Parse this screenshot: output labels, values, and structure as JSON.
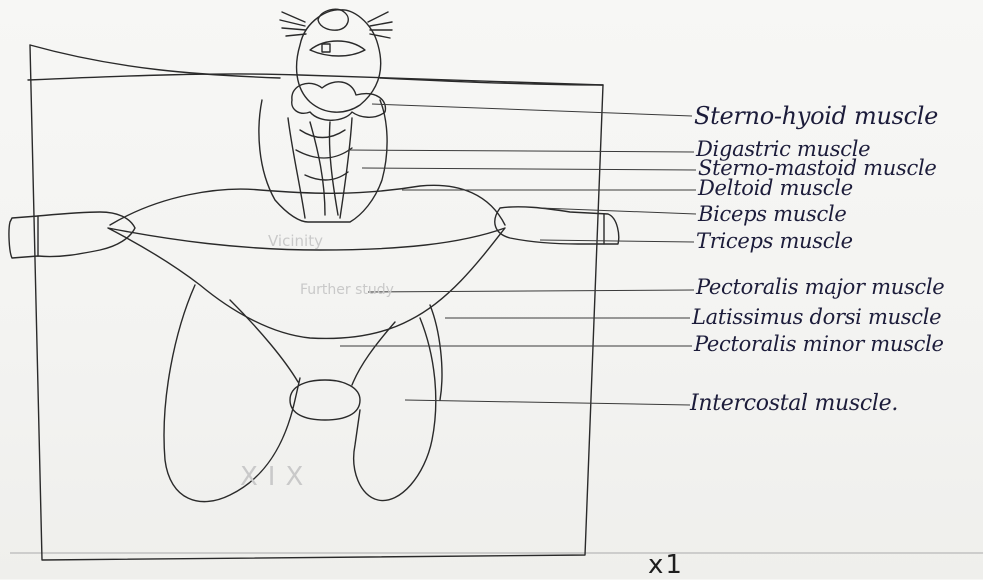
{
  "labels": {
    "sterno_hyoid": "Sterno-hyoid muscle",
    "digastric": "Digastric muscle",
    "sterno_mastoid": "Sterno-mastoid muscle",
    "deltoid": "Deltoid muscle",
    "biceps": "Biceps muscle",
    "triceps": "Triceps muscle",
    "pectoralis_major": "Pectoralis major muscle",
    "latissimus_dorsi": "Latissimus dorsi muscle",
    "pectoralis_minor": "Pectoralis minor muscle",
    "intercostal": "Intercostal muscle."
  },
  "magnification": "x1",
  "show_through": {
    "vertical_text": "XIX",
    "mid_text": "Vicinity",
    "tag_text": "Further study"
  },
  "colors": {
    "ink": "#2a2a2a",
    "label_ink": "#1c1c3a",
    "paper": "#f6f6f4"
  }
}
